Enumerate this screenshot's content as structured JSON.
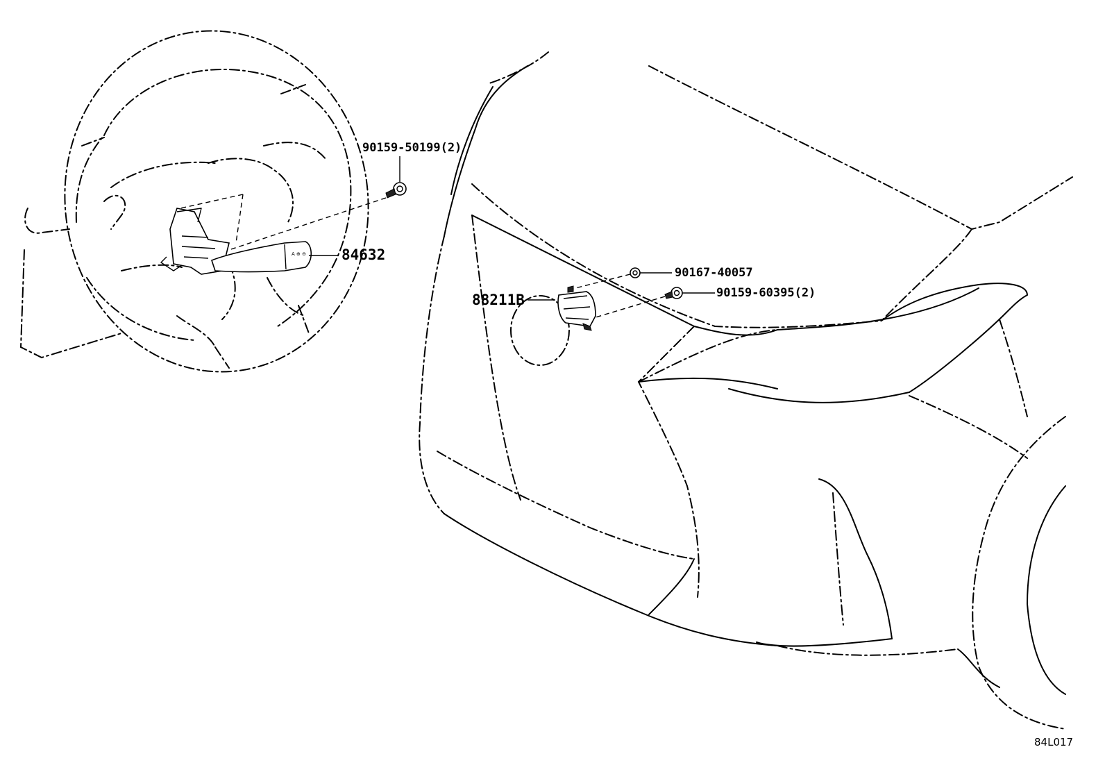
{
  "callouts": {
    "bolt_steering": "90159-50199(2)",
    "switch": "84632",
    "nut": "90167-40057",
    "bolt_sensor": "90159-60395(2)",
    "sensor": "88211B"
  },
  "figure_code": "84L017"
}
